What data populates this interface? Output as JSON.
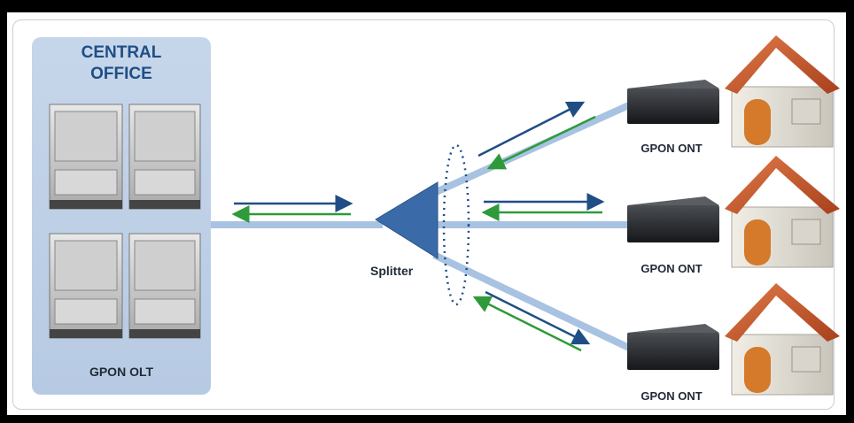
{
  "central_office": {
    "title_line1": "CENTRAL",
    "title_line2": "OFFICE"
  },
  "olt": {
    "label": "GPON OLT"
  },
  "splitter": {
    "label": "Splitter"
  },
  "onts": [
    {
      "label": "GPON ONT"
    },
    {
      "label": "GPON ONT"
    },
    {
      "label": "GPON ONT"
    }
  ],
  "colors": {
    "panel": "#c6d6ea",
    "title": "#1f4e85",
    "fiber": "#8fb0d8",
    "downstream_arrow": "#1f4e85",
    "upstream_arrow": "#2e9a3a",
    "splitter": "#3a6aa8",
    "roof": "#c8532a"
  }
}
